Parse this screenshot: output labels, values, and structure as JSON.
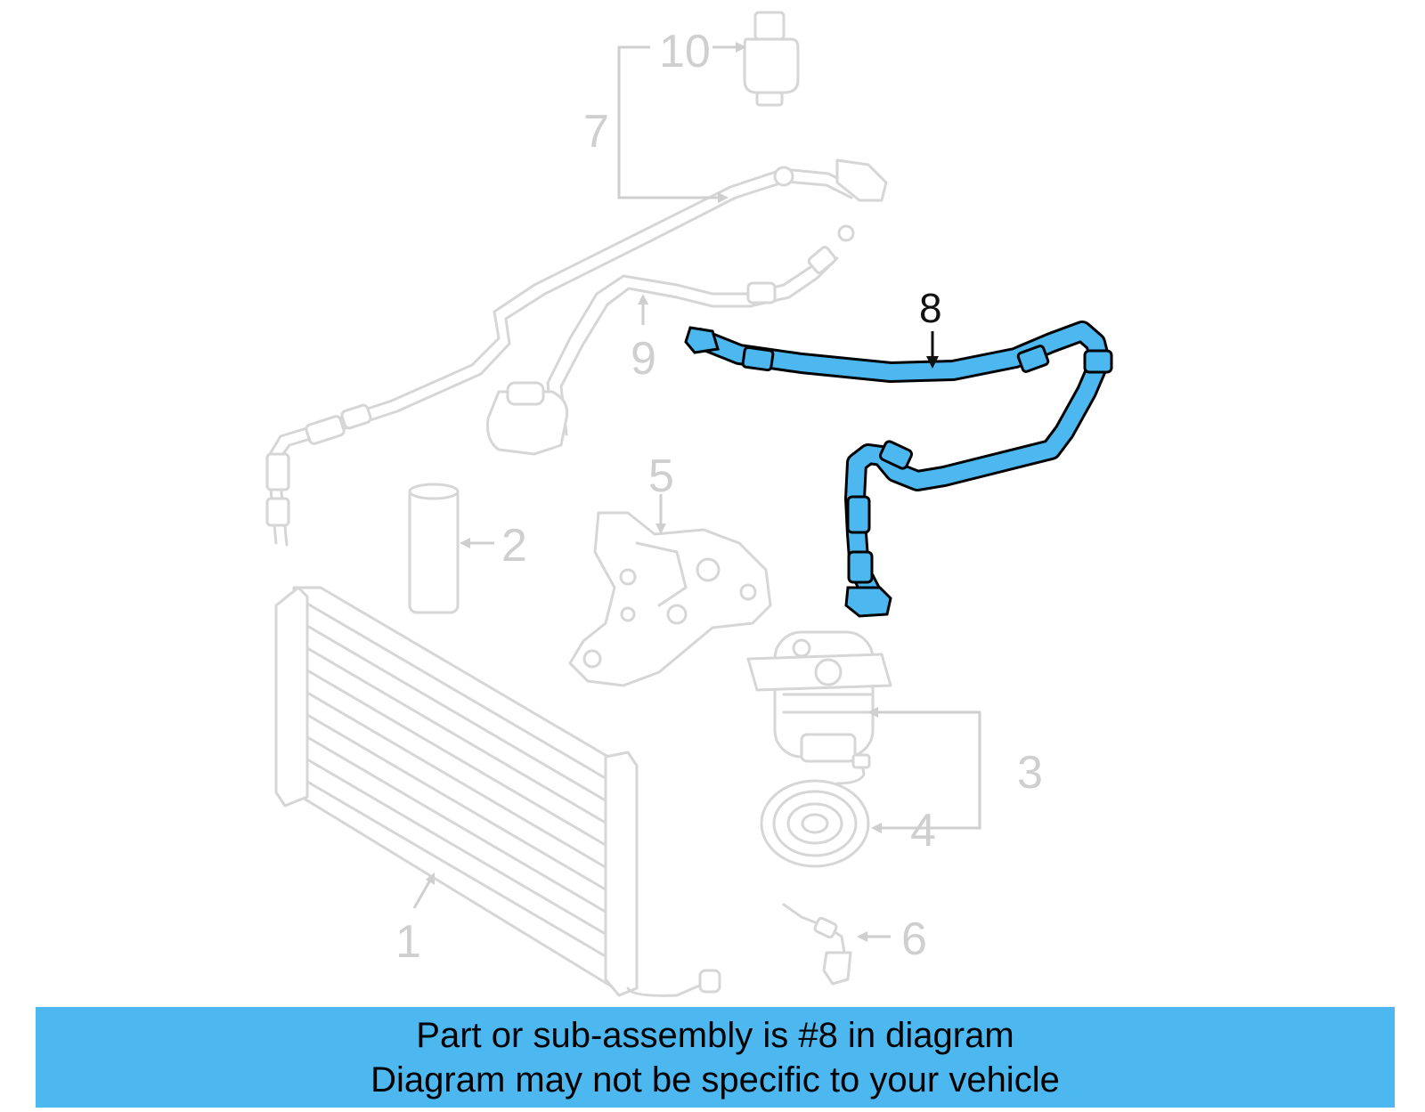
{
  "callouts": {
    "c1": "1",
    "c2": "2",
    "c3": "3",
    "c4": "4",
    "c5": "5",
    "c6": "6",
    "c7": "7",
    "c8": "8",
    "c9": "9",
    "c10": "10"
  },
  "highlight_color": "#4db8f0",
  "banner": {
    "line1": "Part or sub-assembly is #8 in diagram",
    "line2": "Diagram may not be specific to your vehicle"
  }
}
